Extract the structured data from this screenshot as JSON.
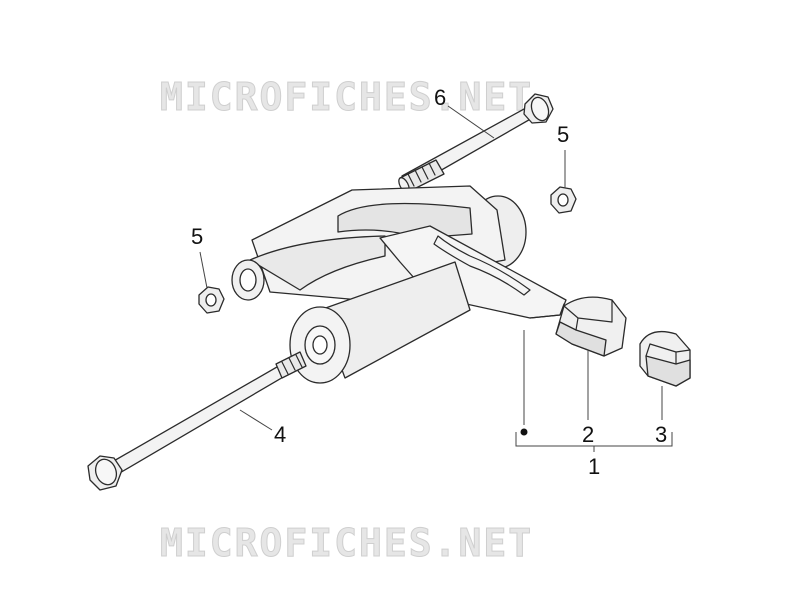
{
  "watermark": {
    "text": "MICROFICHES.NET"
  },
  "callouts": {
    "group_bracket": "1",
    "bushing_large": "2",
    "bushing_small": "3",
    "bolt_long": "4",
    "nut_left": "5",
    "nut_right": "5",
    "bolt_top": "6"
  },
  "colors": {
    "part_fill": "#f3f3f3",
    "shade": "#dcdcdc",
    "line": "#2b2b2b"
  }
}
